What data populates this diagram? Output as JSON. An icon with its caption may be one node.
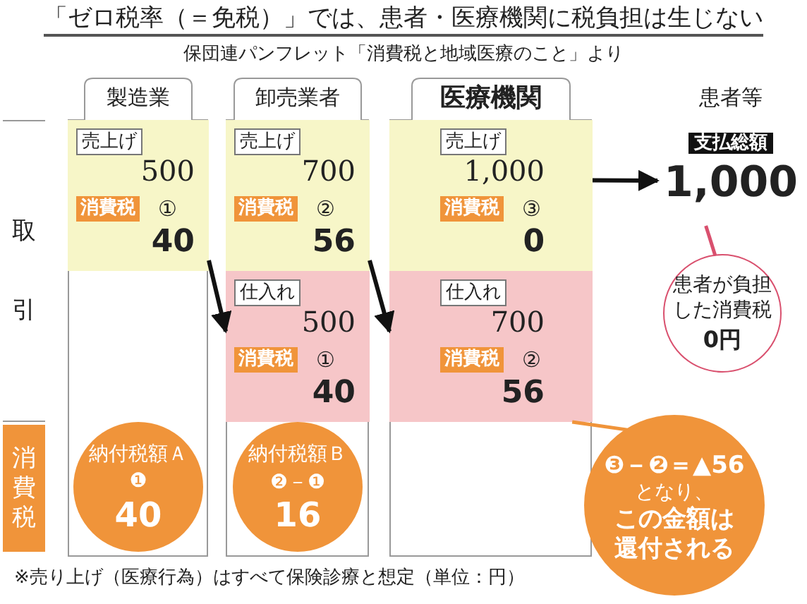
{
  "diagram": {
    "title": "「ゼロ税率（＝免税）」では、患者・医療機関に税負担は生じない",
    "caption": "※売り上げ（医療行為）はすべて保険診療と想定（単位：円）",
    "labels": [
      "保団連パンフレット「消費税と地域医療のこと」より"
    ],
    "nodes": [
      {
        "text": [
          "取引"
        ]
      },
      {
        "text": [
          "消費税"
        ]
      },
      {
        "text": [
          "製造業"
        ]
      },
      {
        "text": [
          "売上げ",
          "500",
          "消費税",
          "①",
          "40"
        ],
        "in": 2
      },
      {
        "text": [
          "納付税額Ａ",
          "❶",
          "40"
        ],
        "in": 2
      },
      {
        "text": [
          "卸売業者"
        ]
      },
      {
        "text": [
          "売上げ",
          "700",
          "消費税",
          "②",
          "56"
        ],
        "in": 5
      },
      {
        "text": [
          "仕入れ",
          "500",
          "消費税",
          "①",
          "40"
        ],
        "in": 5
      },
      {
        "text": [
          "納付税額Ｂ",
          "❷－❶",
          "16"
        ],
        "in": 5
      },
      {
        "text": [
          "医療機関"
        ]
      },
      {
        "text": [
          "売上げ",
          "1,000",
          "消費税",
          "③",
          "0"
        ],
        "in": 9
      },
      {
        "text": [
          "仕入れ",
          "700",
          "消費税",
          "②",
          "56"
        ],
        "in": 9
      },
      {
        "text": [
          "患者等",
          "支払総額",
          "1,000"
        ]
      },
      {
        "text": [
          "患者が負担した消費税",
          "0円"
        ]
      },
      {
        "text": [
          "❸－❷＝▲56",
          "となり、",
          "この金額は還付される"
        ]
      }
    ],
    "edges": [
      {
        "from": 3,
        "to": 7,
        "arrow": "to"
      },
      {
        "from": 6,
        "to": 11,
        "arrow": "to"
      },
      {
        "from": 10,
        "to": 12,
        "arrow": "to"
      },
      {
        "from": 13,
        "to": 12,
        "arrow": "none",
        "color": "#d9506e"
      },
      {
        "from": 14,
        "to": 11,
        "arrow": "none",
        "color": "#f0943a"
      }
    ]
  }
}
